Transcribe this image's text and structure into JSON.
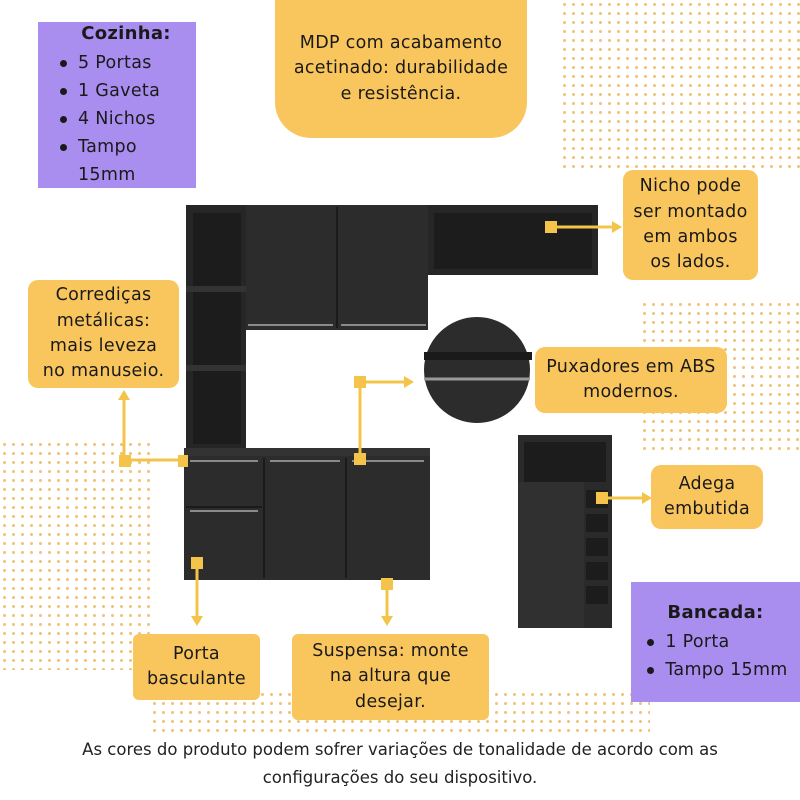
{
  "colors": {
    "yellow": "#f9c55d",
    "purple": "#a98ef0",
    "furniture": "#2a2a2a",
    "connector": "#f4c34a"
  },
  "cozinha": {
    "title": "Cozinha:",
    "items": [
      "5 Portas",
      "1 Gaveta",
      "4 Nichos",
      "Tampo 15mm"
    ]
  },
  "mdp": {
    "line1": "MDP com acabamento",
    "line2": "acetinado: durabilidade",
    "line3": "e resistência."
  },
  "nicho": {
    "line1": "Nicho pode",
    "line2": "ser montado",
    "line3": "em ambos",
    "line4": "os lados."
  },
  "corredicas": {
    "line1": "Corrediças",
    "line2": "metálicas:",
    "line3": "mais leveza",
    "line4": "no manuseio."
  },
  "puxadores": {
    "line1": "Puxadores em ABS",
    "line2": "modernos."
  },
  "adega": {
    "line1": "Adega",
    "line2": "embutida"
  },
  "bancada": {
    "title": "Bancada:",
    "items": [
      "1 Porta",
      "Tampo 15mm"
    ]
  },
  "porta": {
    "line1": "Porta",
    "line2": "basculante"
  },
  "suspensa": {
    "line1": "Suspensa: monte",
    "line2": "na altura que",
    "line3": "desejar."
  },
  "footer": {
    "line1": "As cores do produto podem sofrer variações de tonalidade de acordo com as",
    "line2": "configurações do seu dispositivo."
  }
}
